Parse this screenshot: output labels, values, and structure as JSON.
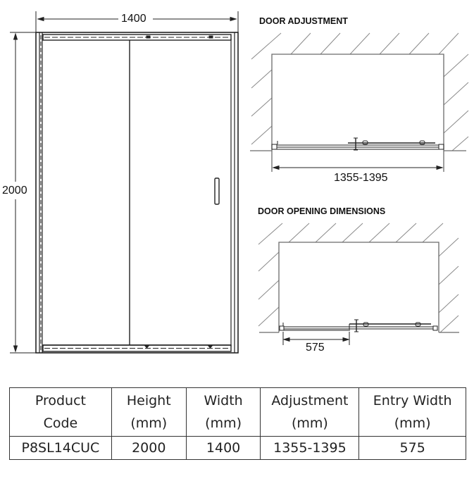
{
  "front_view": {
    "width_label": "1400",
    "height_label": "2000"
  },
  "door_adjustment": {
    "title": "DOOR ADJUSTMENT",
    "range_label": "1355-1395"
  },
  "door_opening": {
    "title": "DOOR OPENING DIMENSIONS",
    "entry_label": "575"
  },
  "spec_table": {
    "headers": [
      {
        "line1": "Product",
        "line2": "Code"
      },
      {
        "line1": "Height",
        "line2": "(mm)"
      },
      {
        "line1": "Width",
        "line2": "(mm)"
      },
      {
        "line1": "Adjustment",
        "line2": "(mm)"
      },
      {
        "line1": "Entry Width",
        "line2": "(mm)"
      }
    ],
    "rows": [
      {
        "product_code": "P8SL14CUC",
        "height": "2000",
        "width": "1400",
        "adjustment": "1355-1395",
        "entry_width": "575"
      }
    ]
  },
  "colors": {
    "line": "#222222",
    "hatch": "#8a8a8a",
    "wall": "#6a6a6a"
  }
}
